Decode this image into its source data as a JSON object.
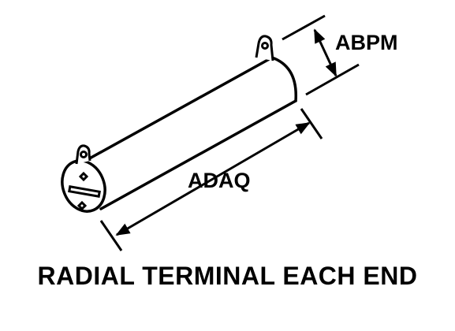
{
  "diagram": {
    "dimension_labels": {
      "diameter": "ABPM",
      "length": "ADAQ"
    },
    "caption": "RADIAL TERMINAL EACH END",
    "colors": {
      "line": "#000000",
      "background": "#ffffff"
    }
  }
}
